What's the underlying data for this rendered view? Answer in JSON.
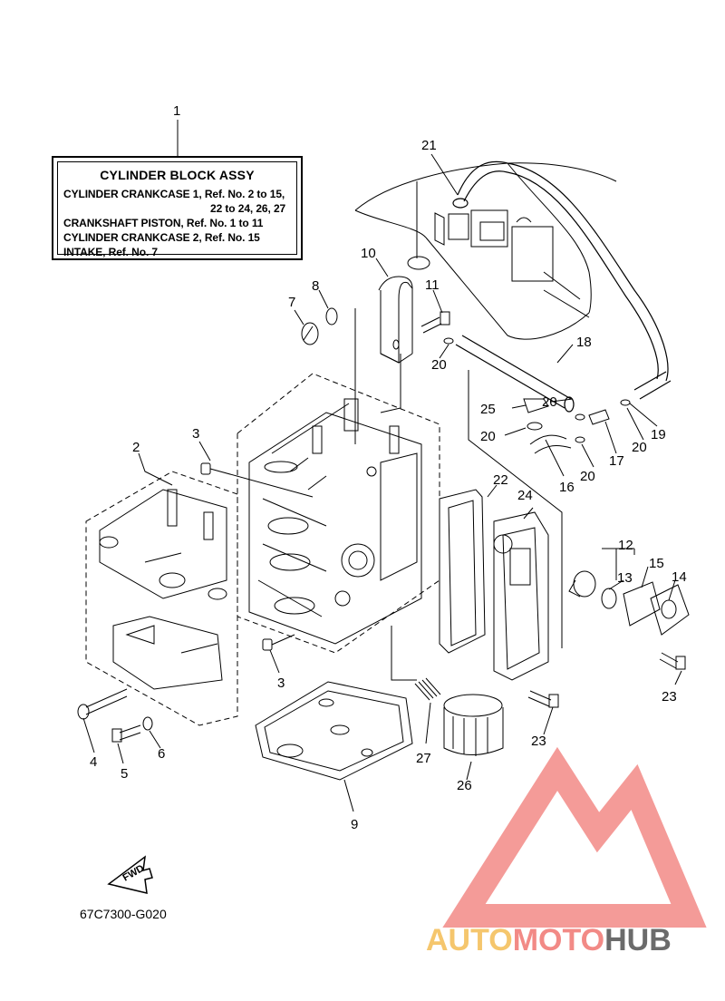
{
  "legend": {
    "title": "CYLINDER BLOCK ASSY",
    "lines": [
      "CYLINDER CRANKCASE 1,  Ref. No. 2 to 15,",
      "22 to 24, 26, 27",
      "CRANKSHAFT PISTON,  Ref. No. 1 to 11",
      "CYLINDER CRANKCASE 2,  Ref. No. 15",
      "INTAKE,  Ref. No. 7"
    ]
  },
  "callouts": {
    "c1": "1",
    "c2": "2",
    "c3a": "3",
    "c3b": "3",
    "c4": "4",
    "c5": "5",
    "c6": "6",
    "c7": "7",
    "c8": "8",
    "c9": "9",
    "c10": "10",
    "c11": "11",
    "c12": "12",
    "c13": "13",
    "c14": "14",
    "c15": "15",
    "c16": "16",
    "c17": "17",
    "c18": "18",
    "c19": "19",
    "c20a": "20",
    "c20b": "20",
    "c20c": "20",
    "c20d": "20",
    "c20e": "20",
    "c21": "21",
    "c22": "22",
    "c23a": "23",
    "c23b": "23",
    "c24": "24",
    "c25": "25",
    "c26": "26",
    "c27": "27"
  },
  "fwd_label": "FWD",
  "diagram_code": "67C7300-G020",
  "watermark": {
    "part1": "AUTO",
    "part2": "MOTO",
    "part3": "HUB"
  },
  "colors": {
    "line": "#000000",
    "logo_red": "#f28a86",
    "logo_yellow": "#f5c66d",
    "logo_gray": "#6b6b6b"
  }
}
